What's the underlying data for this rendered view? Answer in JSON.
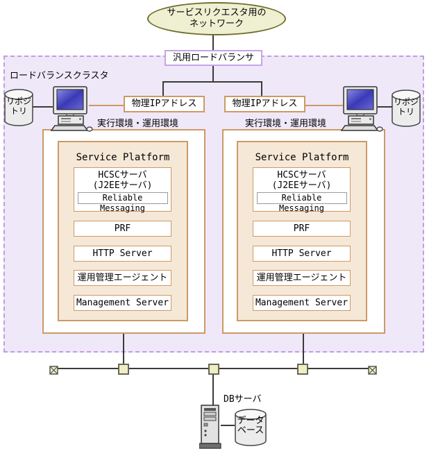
{
  "network_ellipse": {
    "line1": "サービスリクエスタ用の",
    "line2": "ネットワーク"
  },
  "load_balancer": {
    "label": "汎用ロードバランサ"
  },
  "cluster": {
    "label": "ロードバランスクラスタ"
  },
  "repositories": {
    "left": {
      "line1": "リポジ",
      "line2": "トリ"
    },
    "right": {
      "line1": "リポジ",
      "line2": "トリ"
    }
  },
  "environments": [
    {
      "physical_ip": "物理IPアドレス",
      "env_label": "実行環境・運用環境",
      "platform": {
        "title": "Service Platform",
        "hcsc": {
          "line1": "HCSCサーバ",
          "line2": "(J2EEサーバ)",
          "messaging": "Reliable Messaging"
        },
        "components": [
          "PRF",
          "HTTP Server",
          "運用管理エージェント",
          "Management Server"
        ]
      }
    },
    {
      "physical_ip": "物理IPアドレス",
      "env_label": "実行環境・運用環境",
      "platform": {
        "title": "Service Platform",
        "hcsc": {
          "line1": "HCSCサーバ",
          "line2": "(J2EEサーバ)",
          "messaging": "Reliable Messaging"
        },
        "components": [
          "PRF",
          "HTTP Server",
          "運用管理エージェント",
          "Management Server"
        ]
      }
    }
  ],
  "db": {
    "server_label": "DBサーバ",
    "database": {
      "line1": "データ",
      "line2": "ベース"
    }
  },
  "colors": {
    "cluster_fill": "#efe8f8",
    "cluster_border": "#c39be2",
    "tan_border": "#cc9966",
    "platform_fill": "#f6e8d6",
    "ellipse_fill": "#efefd2",
    "ellipse_border": "#6f6f2d",
    "node_fill": "#efefc4",
    "screen_blue": "#4040c0"
  }
}
